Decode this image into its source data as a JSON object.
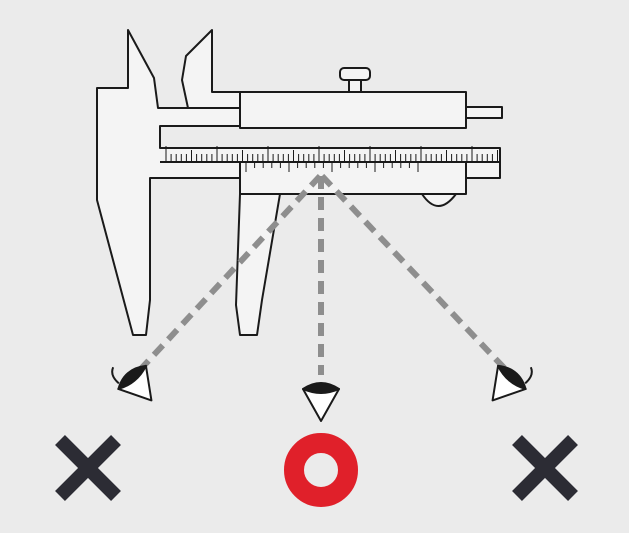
{
  "diagram": {
    "subject": "vernier-caliper",
    "topic": "parallax-reading-angle",
    "background_color": "#ebebeb",
    "line_color": "#1a1a1a",
    "sight_line_color": "#8e8e8e",
    "views": [
      {
        "id": "left",
        "icon": "eye-icon",
        "verdict": "incorrect",
        "verdict_icon": "cross-icon"
      },
      {
        "id": "center",
        "icon": "eye-icon",
        "verdict": "correct",
        "verdict_icon": "circle-icon"
      },
      {
        "id": "right",
        "icon": "eye-icon",
        "verdict": "incorrect",
        "verdict_icon": "cross-icon"
      }
    ],
    "colors": {
      "incorrect": "#2c2c34",
      "correct": "#e0202a"
    }
  }
}
